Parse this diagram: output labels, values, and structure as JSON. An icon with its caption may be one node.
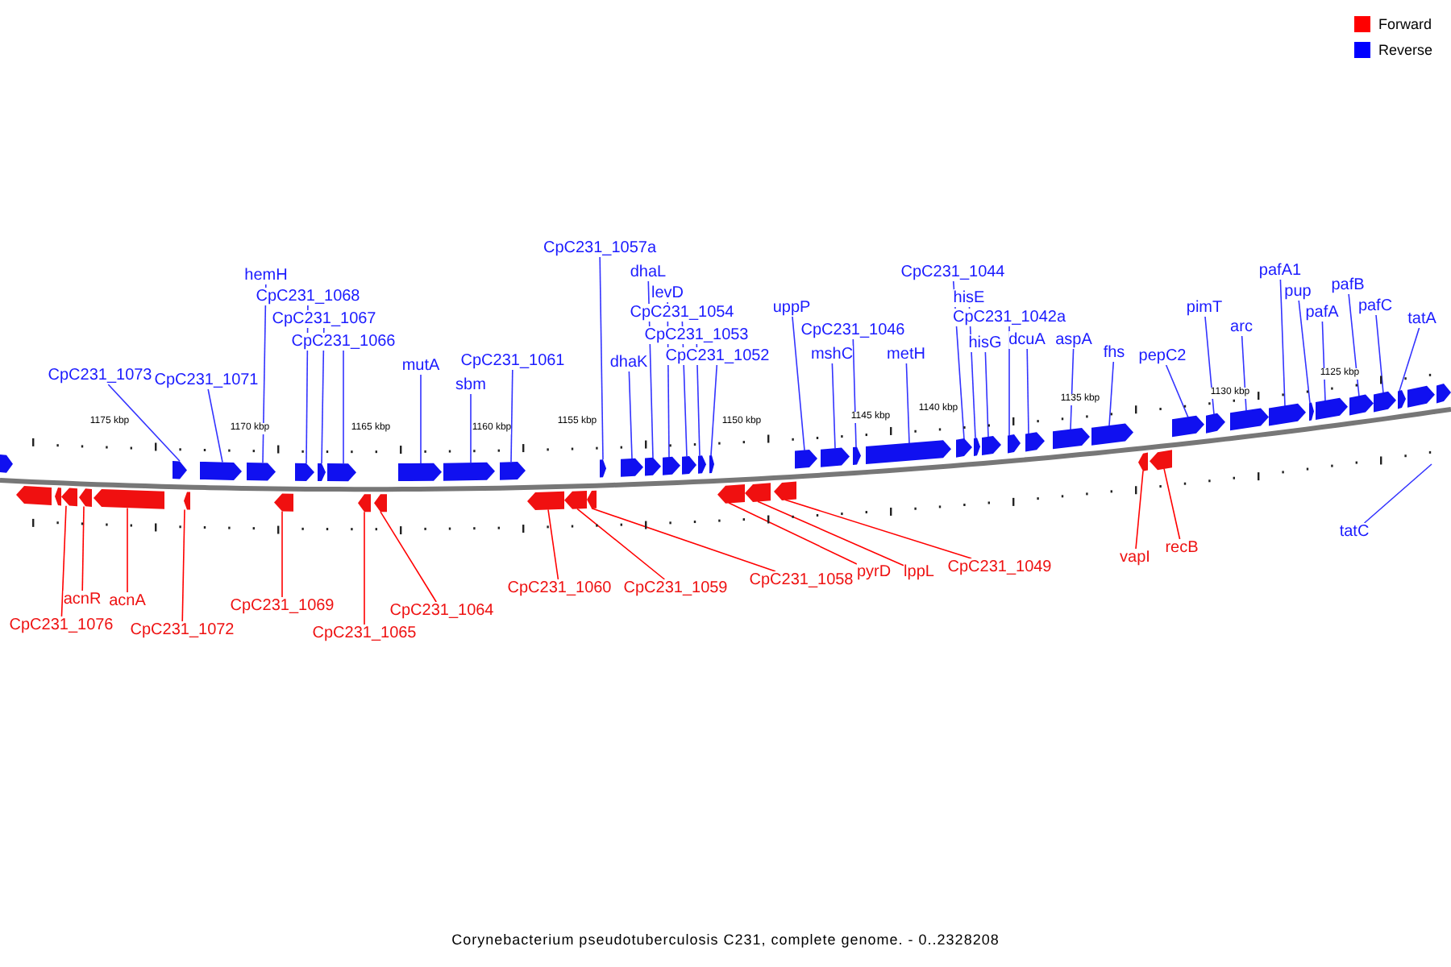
{
  "diagram": {
    "caption": "Corynebacterium pseudotuberculosis C231, complete genome. - 0..2328208",
    "nodes": [
      {
        "text": [
          "CpC231_1073"
        ]
      },
      {
        "text": [
          "CpC231_1071"
        ]
      },
      {
        "text": [
          "hemH"
        ]
      },
      {
        "text": [
          "CpC231_1068"
        ]
      },
      {
        "text": [
          "CpC231_1067"
        ]
      },
      {
        "text": [
          "CpC231_1066"
        ]
      },
      {
        "text": [
          "mutA"
        ]
      },
      {
        "text": [
          "sbm"
        ]
      },
      {
        "text": [
          "CpC231_1061"
        ]
      },
      {
        "text": [
          "CpC231_1057a"
        ]
      },
      {
        "text": [
          "dhaK"
        ]
      },
      {
        "text": [
          "dhaL"
        ]
      },
      {
        "text": [
          "levD"
        ]
      },
      {
        "text": [
          "CpC231_1054"
        ]
      },
      {
        "text": [
          "CpC231_1053"
        ]
      },
      {
        "text": [
          "CpC231_1052"
        ]
      },
      {
        "text": [
          "uppP"
        ]
      },
      {
        "text": [
          "CpC231_1046"
        ]
      },
      {
        "text": [
          "mshC"
        ]
      },
      {
        "text": [
          "metH"
        ]
      },
      {
        "text": [
          "CpC231_1044"
        ]
      },
      {
        "text": [
          "hisE"
        ]
      },
      {
        "text": [
          "CpC231_1042a"
        ]
      },
      {
        "text": [
          "hisG"
        ]
      },
      {
        "text": [
          "dcuA"
        ]
      },
      {
        "text": [
          "aspA"
        ]
      },
      {
        "text": [
          "fhs"
        ]
      },
      {
        "text": [
          "pepC2"
        ]
      },
      {
        "text": [
          "pimT"
        ]
      },
      {
        "text": [
          "arc"
        ]
      },
      {
        "text": [
          "pafA1"
        ]
      },
      {
        "text": [
          "pup"
        ]
      },
      {
        "text": [
          "pafA"
        ]
      },
      {
        "text": [
          "pafB"
        ]
      },
      {
        "text": [
          "pafC"
        ]
      },
      {
        "text": [
          "tatA"
        ]
      },
      {
        "text": [
          "tatC"
        ]
      },
      {
        "text": [
          "CpC231_1076"
        ]
      },
      {
        "text": [
          "acnR"
        ]
      },
      {
        "text": [
          "acnA"
        ]
      },
      {
        "text": [
          "CpC231_1072"
        ]
      },
      {
        "text": [
          "CpC231_1069"
        ]
      },
      {
        "text": [
          "CpC231_1065"
        ]
      },
      {
        "text": [
          "CpC231_1064"
        ]
      },
      {
        "text": [
          "CpC231_1060"
        ]
      },
      {
        "text": [
          "CpC231_1059"
        ]
      },
      {
        "text": [
          "CpC231_1058"
        ]
      },
      {
        "text": [
          "pyrD"
        ]
      },
      {
        "text": [
          "lppL"
        ]
      },
      {
        "text": [
          "CpC231_1049"
        ]
      },
      {
        "text": [
          "vapI"
        ]
      },
      {
        "text": [
          "recB"
        ]
      },
      {
        "text": [],
        "shape": "arrow"
      },
      {
        "text": [],
        "shape": "arrow"
      },
      {
        "text": [],
        "shape": "arrow"
      },
      {
        "text": [],
        "shape": "arrow"
      },
      {
        "text": [],
        "shape": "arrow"
      },
      {
        "text": [],
        "shape": "arrow"
      },
      {
        "text": [],
        "shape": "arrow"
      },
      {
        "text": [],
        "shape": "arrow"
      },
      {
        "text": [],
        "shape": "arrow"
      },
      {
        "text": [],
        "shape": "arrow"
      },
      {
        "text": [],
        "shape": "arrow"
      },
      {
        "text": [],
        "shape": "arrow"
      },
      {
        "text": [],
        "shape": "arrow"
      },
      {
        "text": [],
        "shape": "arrow"
      },
      {
        "text": [],
        "shape": "arrow"
      },
      {
        "text": [],
        "shape": "arrow"
      },
      {
        "text": [],
        "shape": "arrow"
      },
      {
        "text": [],
        "shape": "arrow"
      },
      {
        "text": [],
        "shape": "arrow"
      },
      {
        "text": [],
        "shape": "arrow"
      },
      {
        "text": [],
        "shape": "arrow"
      },
      {
        "text": [],
        "shape": "arrow"
      },
      {
        "text": [],
        "shape": "arrow"
      },
      {
        "text": [],
        "shape": "arrow"
      },
      {
        "text": [],
        "shape": "arrow"
      },
      {
        "text": [],
        "shape": "arrow"
      },
      {
        "text": [],
        "shape": "arrow"
      },
      {
        "text": [],
        "shape": "arrow"
      },
      {
        "text": [],
        "shape": "arrow"
      },
      {
        "text": [],
        "shape": "arrow"
      },
      {
        "text": [],
        "shape": "arrow"
      },
      {
        "text": [],
        "shape": "arrow"
      },
      {
        "text": [],
        "shape": "arrow"
      },
      {
        "text": [],
        "shape": "arrow"
      },
      {
        "text": [],
        "shape": "arrow"
      },
      {
        "text": [],
        "shape": "arrow"
      },
      {
        "text": [],
        "shape": "arrow"
      },
      {
        "text": [],
        "shape": "arrow"
      },
      {
        "text": [],
        "shape": "arrow"
      },
      {
        "text": [],
        "shape": "arrow"
      },
      {
        "text": [],
        "shape": "arrow"
      },
      {
        "text": [],
        "shape": "arrow"
      },
      {
        "text": [],
        "shape": "arrow"
      },
      {
        "text": [],
        "shape": "arrow"
      },
      {
        "text": [],
        "shape": "arrow"
      },
      {
        "text": [],
        "shape": "arrow"
      },
      {
        "text": [],
        "shape": "arrow"
      },
      {
        "text": [],
        "shape": "arrow"
      },
      {
        "text": [],
        "shape": "arrow"
      },
      {
        "text": [],
        "shape": "arrow"
      },
      {
        "text": [],
        "shape": "arrow"
      },
      {
        "text": [],
        "shape": "arrow"
      },
      {
        "text": [],
        "shape": "arrow"
      },
      {
        "text": [],
        "shape": "arrow"
      },
      {
        "text": [],
        "shape": "arrow"
      },
      {
        "text": [],
        "shape": "arrow"
      }
    ],
    "edges": [
      {
        "from": 0,
        "to": 53,
        "arrow": "none"
      },
      {
        "from": 1,
        "to": 54,
        "arrow": "none"
      },
      {
        "from": 2,
        "to": 55,
        "arrow": "none"
      },
      {
        "from": 3,
        "to": 56,
        "arrow": "none"
      },
      {
        "from": 4,
        "to": 57,
        "arrow": "none"
      },
      {
        "from": 5,
        "to": 58,
        "arrow": "none"
      },
      {
        "from": 6,
        "to": 59,
        "arrow": "none"
      },
      {
        "from": 7,
        "to": 60,
        "arrow": "none"
      },
      {
        "from": 8,
        "to": 61,
        "arrow": "none"
      },
      {
        "from": 9,
        "to": 62,
        "arrow": "none"
      },
      {
        "from": 10,
        "to": 63,
        "arrow": "none"
      },
      {
        "from": 11,
        "to": 64,
        "arrow": "none"
      },
      {
        "from": 12,
        "to": 65,
        "arrow": "none"
      },
      {
        "from": 13,
        "to": 66,
        "arrow": "none"
      },
      {
        "from": 14,
        "to": 67,
        "arrow": "none"
      },
      {
        "from": 15,
        "to": 68,
        "arrow": "none"
      },
      {
        "from": 16,
        "to": 69,
        "arrow": "none"
      },
      {
        "from": 17,
        "to": 71,
        "arrow": "none"
      },
      {
        "from": 18,
        "to": 70,
        "arrow": "none"
      },
      {
        "from": 19,
        "to": 72,
        "arrow": "none"
      },
      {
        "from": 20,
        "to": 73,
        "arrow": "none"
      },
      {
        "from": 21,
        "to": 74,
        "arrow": "none"
      },
      {
        "from": 22,
        "to": 76,
        "arrow": "none"
      },
      {
        "from": 23,
        "to": 75,
        "arrow": "none"
      },
      {
        "from": 24,
        "to": 77,
        "arrow": "none"
      },
      {
        "from": 25,
        "to": 78,
        "arrow": "none"
      },
      {
        "from": 26,
        "to": 79,
        "arrow": "none"
      },
      {
        "from": 27,
        "to": 80,
        "arrow": "none"
      },
      {
        "from": 28,
        "to": 81,
        "arrow": "none"
      },
      {
        "from": 29,
        "to": 82,
        "arrow": "none"
      },
      {
        "from": 30,
        "to": 83,
        "arrow": "none"
      },
      {
        "from": 31,
        "to": 84,
        "arrow": "none"
      },
      {
        "from": 32,
        "to": 85,
        "arrow": "none"
      },
      {
        "from": 33,
        "to": 86,
        "arrow": "none"
      },
      {
        "from": 34,
        "to": 87,
        "arrow": "none"
      },
      {
        "from": 35,
        "to": 88,
        "arrow": "none"
      },
      {
        "from": 36,
        "to": null,
        "arrow": "none"
      },
      {
        "from": 37,
        "to": 93,
        "arrow": "none",
        "color": "#ff0000"
      },
      {
        "from": 38,
        "to": 94,
        "arrow": "none",
        "color": "#ff0000"
      },
      {
        "from": 39,
        "to": 95,
        "arrow": "none",
        "color": "#ff0000"
      },
      {
        "from": 40,
        "to": 96,
        "arrow": "none",
        "color": "#ff0000"
      },
      {
        "from": 41,
        "to": 97,
        "arrow": "none",
        "color": "#ff0000"
      },
      {
        "from": 42,
        "to": 98,
        "arrow": "none",
        "color": "#ff0000"
      },
      {
        "from": 43,
        "to": 99,
        "arrow": "none",
        "color": "#ff0000"
      },
      {
        "from": 44,
        "to": 100,
        "arrow": "none",
        "color": "#ff0000"
      },
      {
        "from": 45,
        "to": 101,
        "arrow": "none",
        "color": "#ff0000"
      },
      {
        "from": 46,
        "to": 102,
        "arrow": "none",
        "color": "#ff0000"
      },
      {
        "from": 47,
        "to": 103,
        "arrow": "none",
        "color": "#ff0000"
      },
      {
        "from": 48,
        "to": 104,
        "arrow": "none",
        "color": "#ff0000"
      },
      {
        "from": 49,
        "to": 105,
        "arrow": "none",
        "color": "#ff0000"
      },
      {
        "from": 50,
        "to": 106,
        "arrow": "none",
        "color": "#ff0000"
      },
      {
        "from": 51,
        "to": 107,
        "arrow": "none",
        "color": "#ff0000"
      }
    ],
    "labels": [
      "1175 kbp",
      "1170 kbp",
      "1165 kbp",
      "1160 kbp",
      "1155 kbp",
      "1150 kbp",
      "1145 kbp",
      "1140 kbp",
      "1135 kbp",
      "1130 kbp",
      "1125 kbp"
    ],
    "legend": [
      {
        "text": "Forward",
        "color": "#ff0000"
      },
      {
        "text": "Reverse",
        "color": "#0000ff"
      }
    ]
  }
}
